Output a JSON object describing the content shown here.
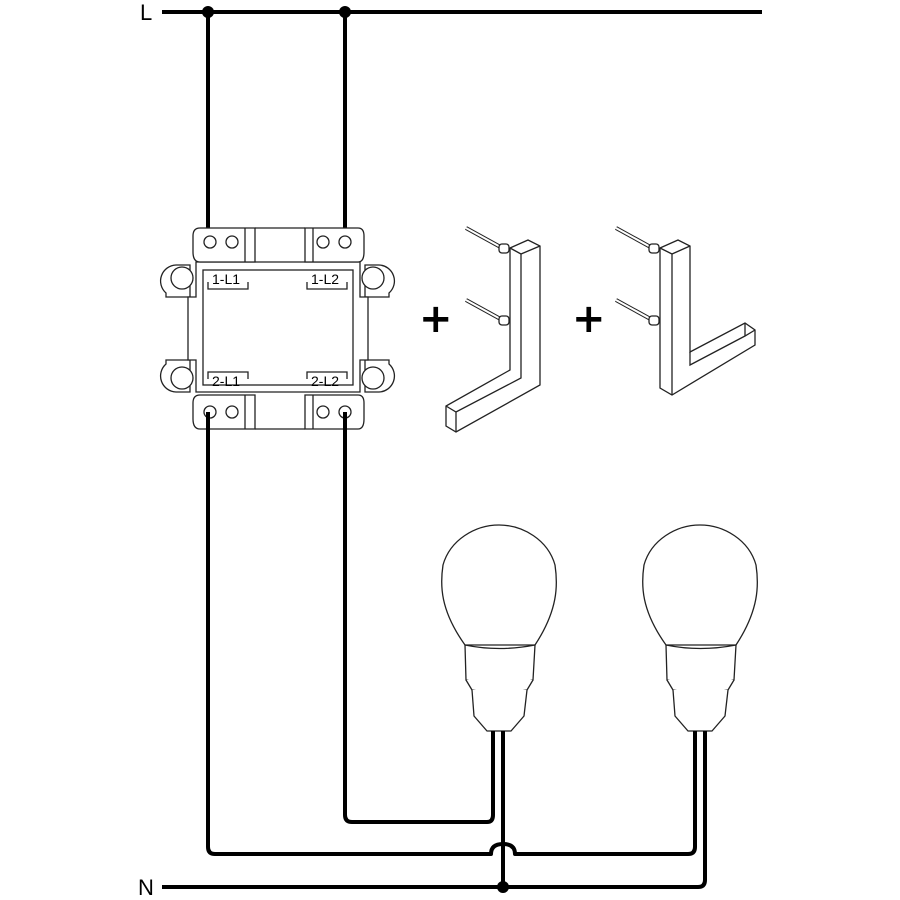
{
  "lines": {
    "live": "L",
    "neutral": "N"
  },
  "module": {
    "terminals": [
      "1-L1",
      "1-L2",
      "2-L1",
      "2-L2"
    ]
  },
  "operators": {
    "plus1": "+",
    "plus2": "+"
  },
  "colors": {
    "wire": "#000000",
    "outline": "#222222",
    "background": "#ffffff"
  }
}
